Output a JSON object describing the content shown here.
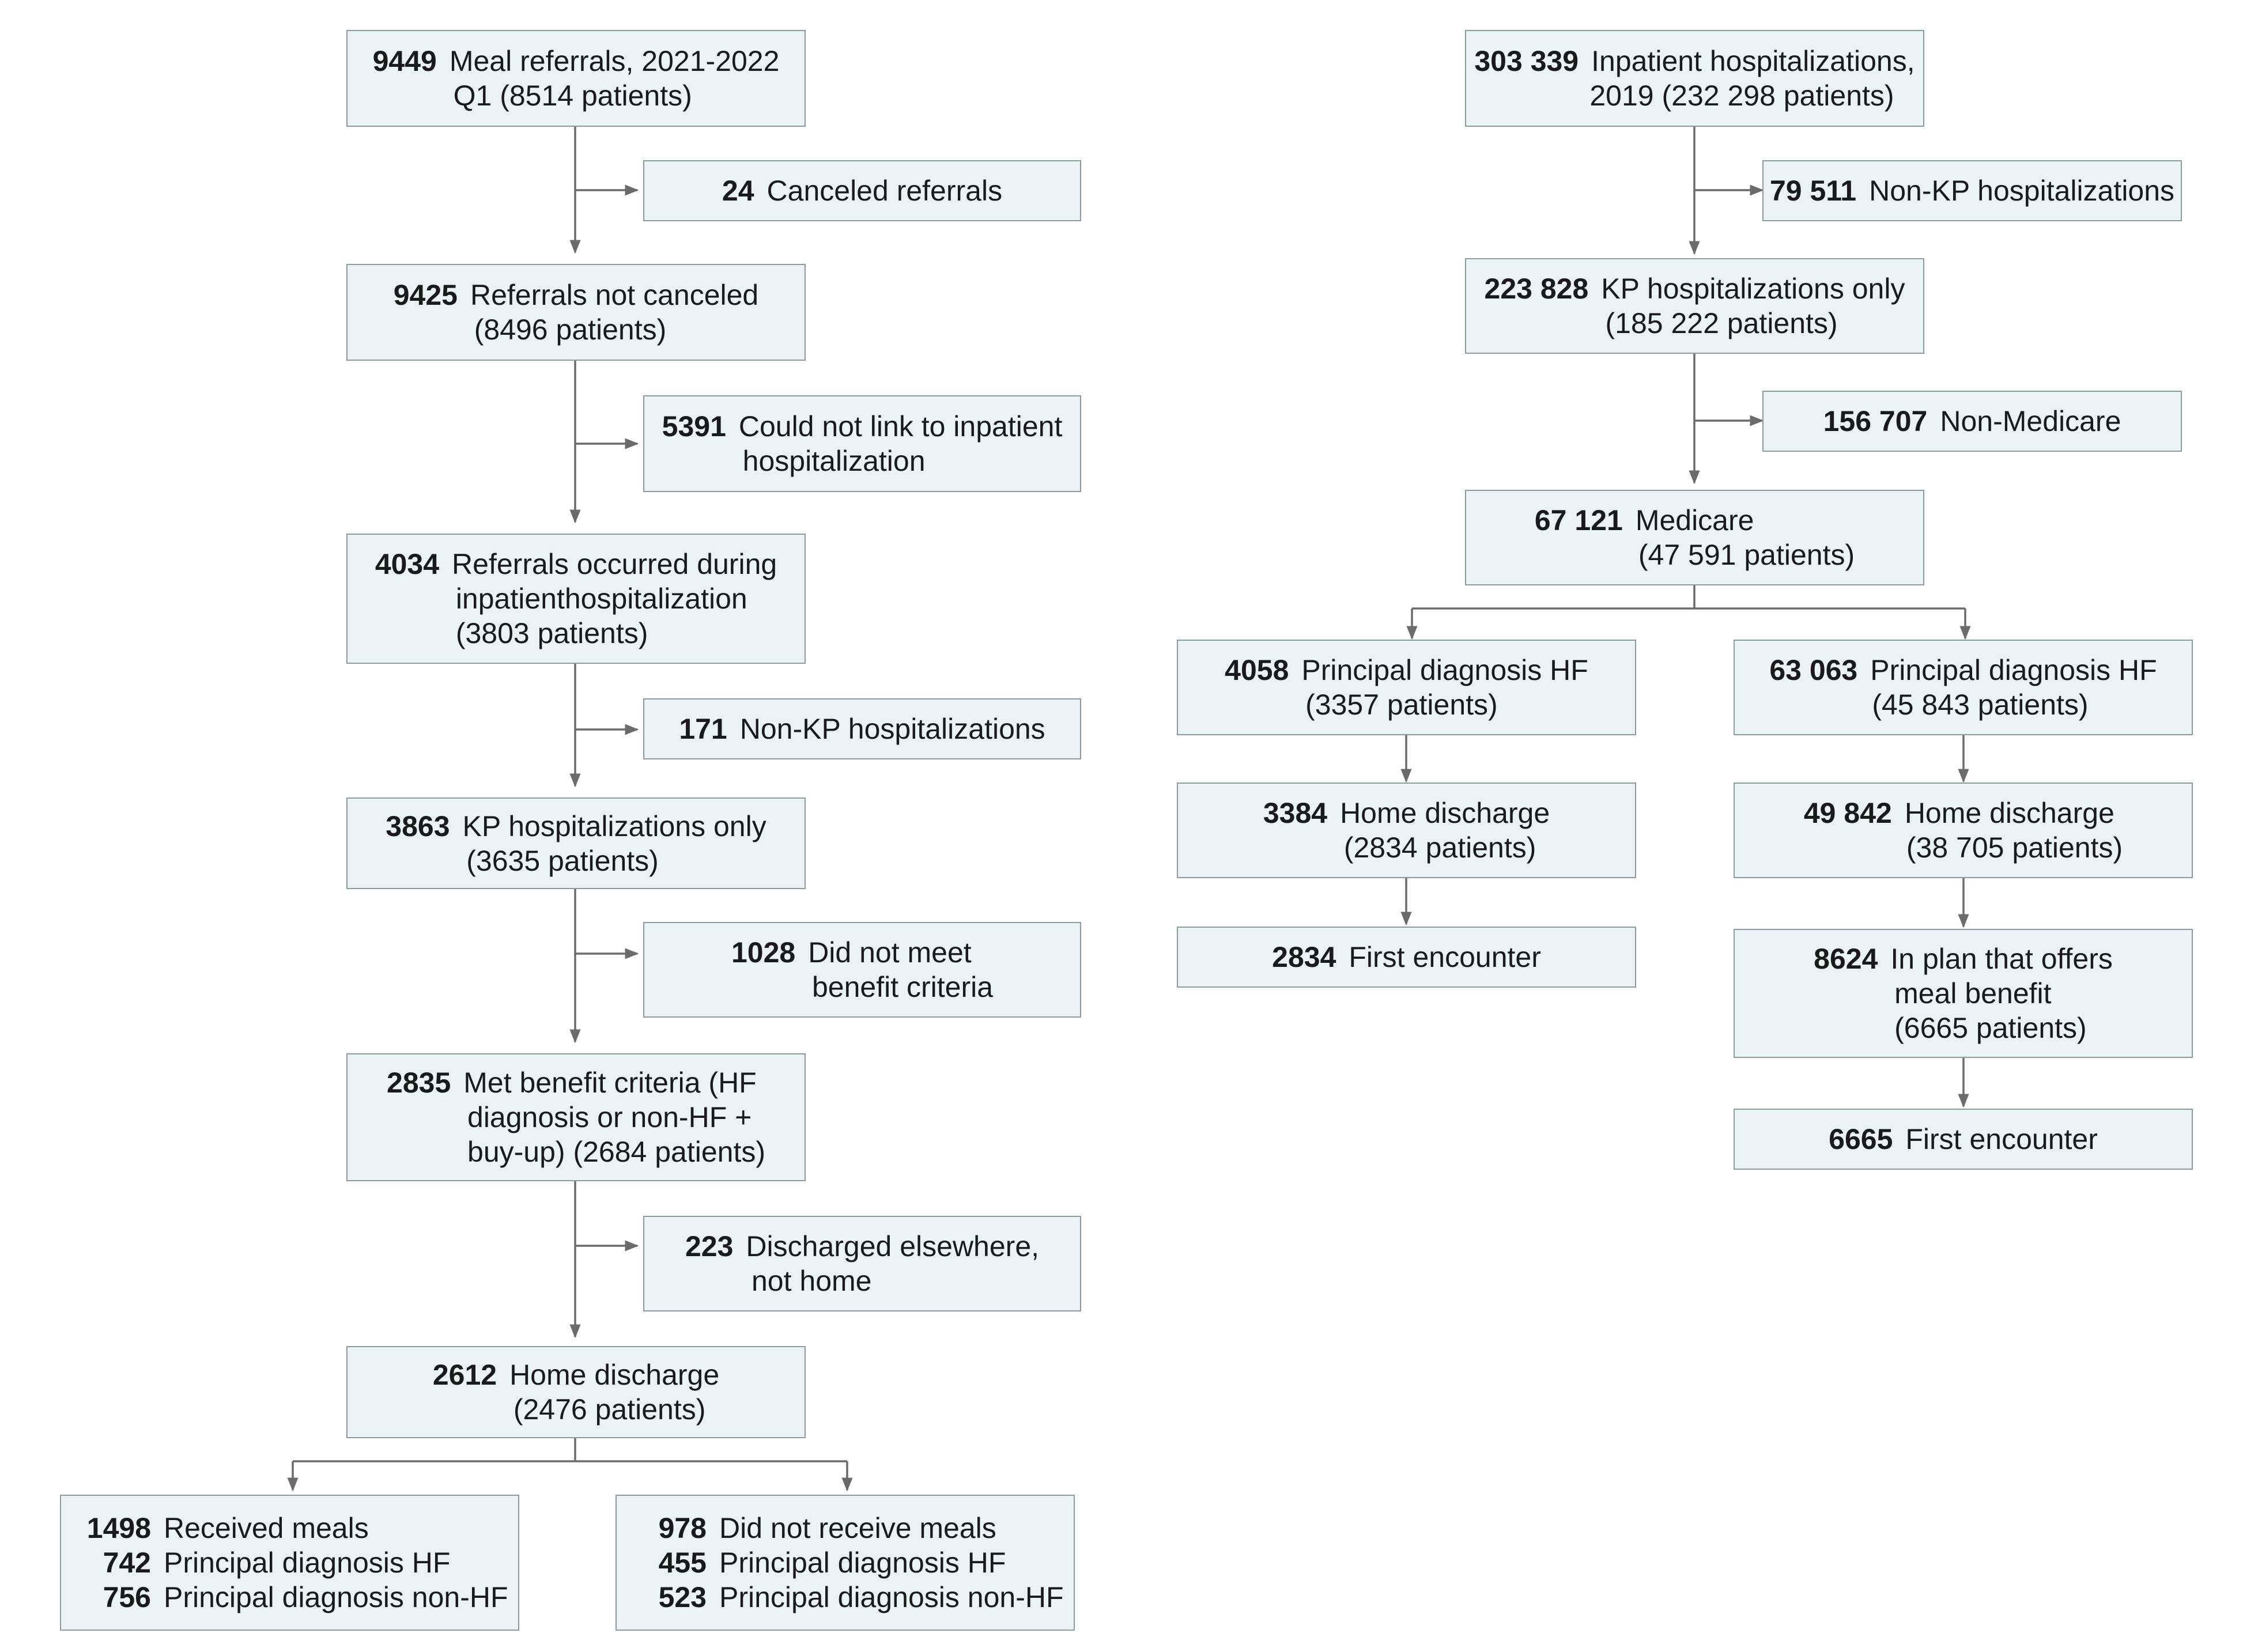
{
  "left_column": {
    "start": {
      "count": "9449",
      "lines": [
        "Meal referrals, 2021-2022",
        "Q1 (8514 patients)"
      ]
    },
    "excl_canceled": {
      "count": "24",
      "lines": [
        "Canceled referrals"
      ]
    },
    "not_canceled": {
      "count": "9425",
      "lines": [
        "Referrals not canceled",
        "(8496 patients)"
      ]
    },
    "excl_no_link": {
      "count": "5391",
      "lines": [
        "Could not link to inpatient",
        "hospitalization"
      ]
    },
    "during_inpatient": {
      "count": "4034",
      "lines": [
        "Referrals occurred during",
        "inpatienthospitalization",
        "(3803 patients)"
      ]
    },
    "excl_non_kp": {
      "count": "171",
      "lines": [
        "Non-KP hospitalizations"
      ]
    },
    "kp_only": {
      "count": "3863",
      "lines": [
        "KP hospitalizations only",
        "(3635 patients)"
      ]
    },
    "excl_criteria": {
      "count": "1028",
      "lines": [
        "Did not meet",
        "benefit criteria"
      ]
    },
    "met_criteria": {
      "count": "2835",
      "lines": [
        "Met benefit criteria (HF",
        "diagnosis or non-HF +",
        "buy-up) (2684 patients)"
      ]
    },
    "excl_elsewhere": {
      "count": "223",
      "lines": [
        "Discharged elsewhere,",
        "not home"
      ]
    },
    "home_discharge": {
      "count": "2612",
      "lines": [
        "Home discharge",
        "(2476 patients)"
      ]
    },
    "received": {
      "rows": [
        {
          "count": "1498",
          "label": "Received meals"
        },
        {
          "count": "742",
          "label": "Principal diagnosis HF"
        },
        {
          "count": "756",
          "label": "Principal diagnosis non-HF"
        }
      ]
    },
    "not_received": {
      "rows": [
        {
          "count": "978",
          "label": "Did not receive meals"
        },
        {
          "count": "455",
          "label": "Principal diagnosis HF"
        },
        {
          "count": "523",
          "label": "Principal diagnosis non-HF"
        }
      ]
    }
  },
  "right_column": {
    "start": {
      "count": "303 339",
      "lines": [
        "Inpatient hospitalizations,",
        "2019 (232 298 patients)"
      ]
    },
    "excl_non_kp": {
      "count": "79 511",
      "lines": [
        "Non-KP hospitalizations"
      ]
    },
    "kp_only": {
      "count": "223 828",
      "lines": [
        "KP hospitalizations only",
        "(185 222 patients)"
      ]
    },
    "excl_non_medicare": {
      "count": "156 707",
      "lines": [
        "Non-Medicare"
      ]
    },
    "medicare": {
      "count": "67 121",
      "lines": [
        "Medicare",
        "(47 591 patients)"
      ]
    },
    "a_principal": {
      "count": "4058",
      "lines": [
        "Principal diagnosis HF",
        "(3357 patients)"
      ]
    },
    "a_home": {
      "count": "3384",
      "lines": [
        "Home discharge",
        "(2834 patients)"
      ]
    },
    "a_first": {
      "count": "2834",
      "lines": [
        "First encounter"
      ]
    },
    "b_principal": {
      "count": "63 063",
      "lines": [
        "Principal diagnosis HF",
        "(45 843 patients)"
      ]
    },
    "b_home": {
      "count": "49 842",
      "lines": [
        "Home discharge",
        "(38 705 patients)"
      ]
    },
    "b_plan": {
      "count": "8624",
      "lines": [
        "In plan that offers",
        "meal benefit",
        "(6665 patients)"
      ]
    },
    "b_first": {
      "count": "6665",
      "lines": [
        "First encounter"
      ]
    }
  },
  "colors": {
    "box_fill": "#eaf2f4",
    "box_border": "#8c9ba1",
    "arrow": "#6b6b6b",
    "text": "#1a1a1a"
  }
}
